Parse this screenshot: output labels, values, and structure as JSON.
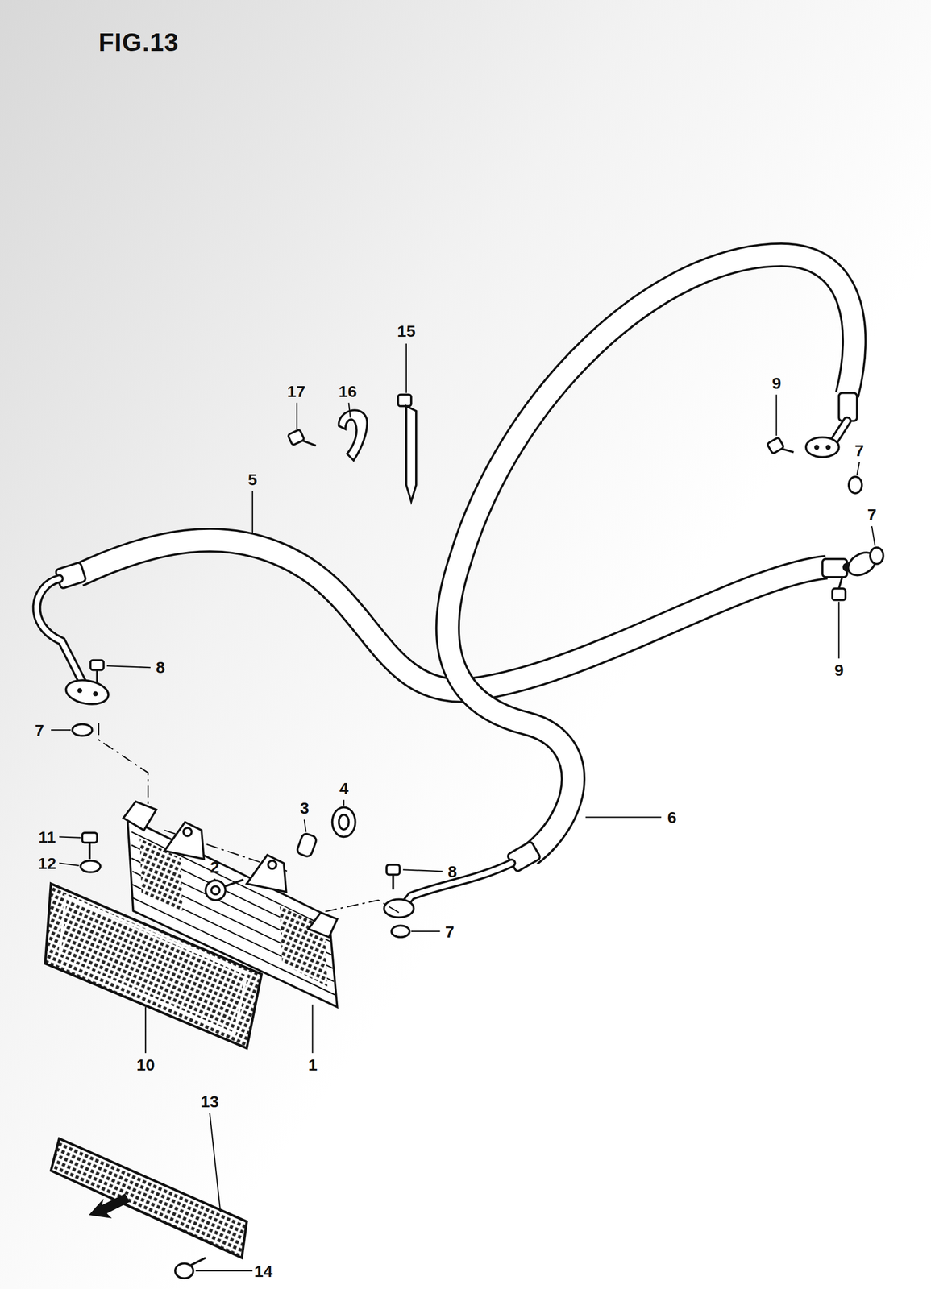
{
  "diagram": {
    "title": "FIG.13",
    "labels": [
      "15",
      "17",
      "16",
      "9",
      "7",
      "5",
      "7",
      "8",
      "9",
      "7",
      "4",
      "3",
      "6",
      "11",
      "2",
      "8",
      "12",
      "7",
      "10",
      "1",
      "13",
      "14"
    ]
  }
}
